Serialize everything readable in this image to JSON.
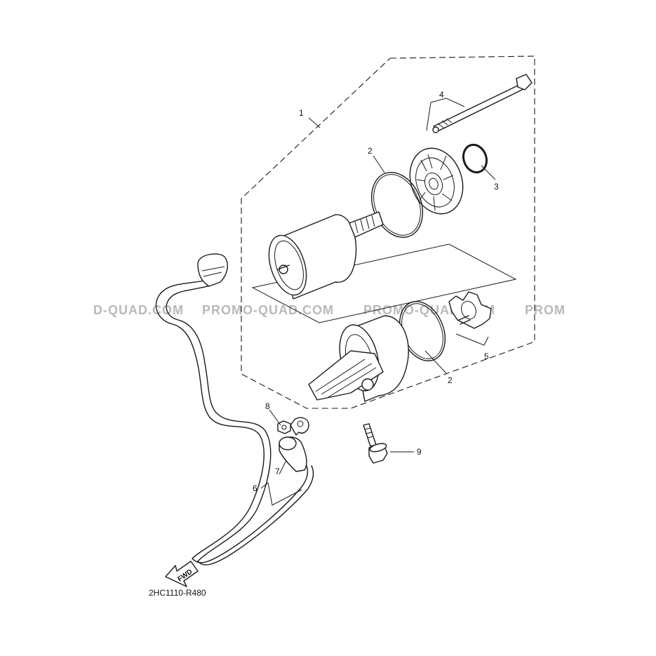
{
  "diagram": {
    "callouts": [
      {
        "id": "1",
        "label": "1"
      },
      {
        "id": "2a",
        "label": "2"
      },
      {
        "id": "3",
        "label": "3"
      },
      {
        "id": "4",
        "label": "4"
      },
      {
        "id": "2b",
        "label": "2"
      },
      {
        "id": "5",
        "label": "5"
      },
      {
        "id": "6",
        "label": "6"
      },
      {
        "id": "7",
        "label": "7"
      },
      {
        "id": "8",
        "label": "8"
      },
      {
        "id": "9",
        "label": "9"
      }
    ],
    "fwd_label": "FWD",
    "diagram_code": "2HC1110-R480",
    "watermark": {
      "left": "D-QUAD.COM",
      "center": "PROMO-QUAD.COM",
      "right1": "PROMO-QUAD.COM",
      "right2": "PROM"
    }
  }
}
